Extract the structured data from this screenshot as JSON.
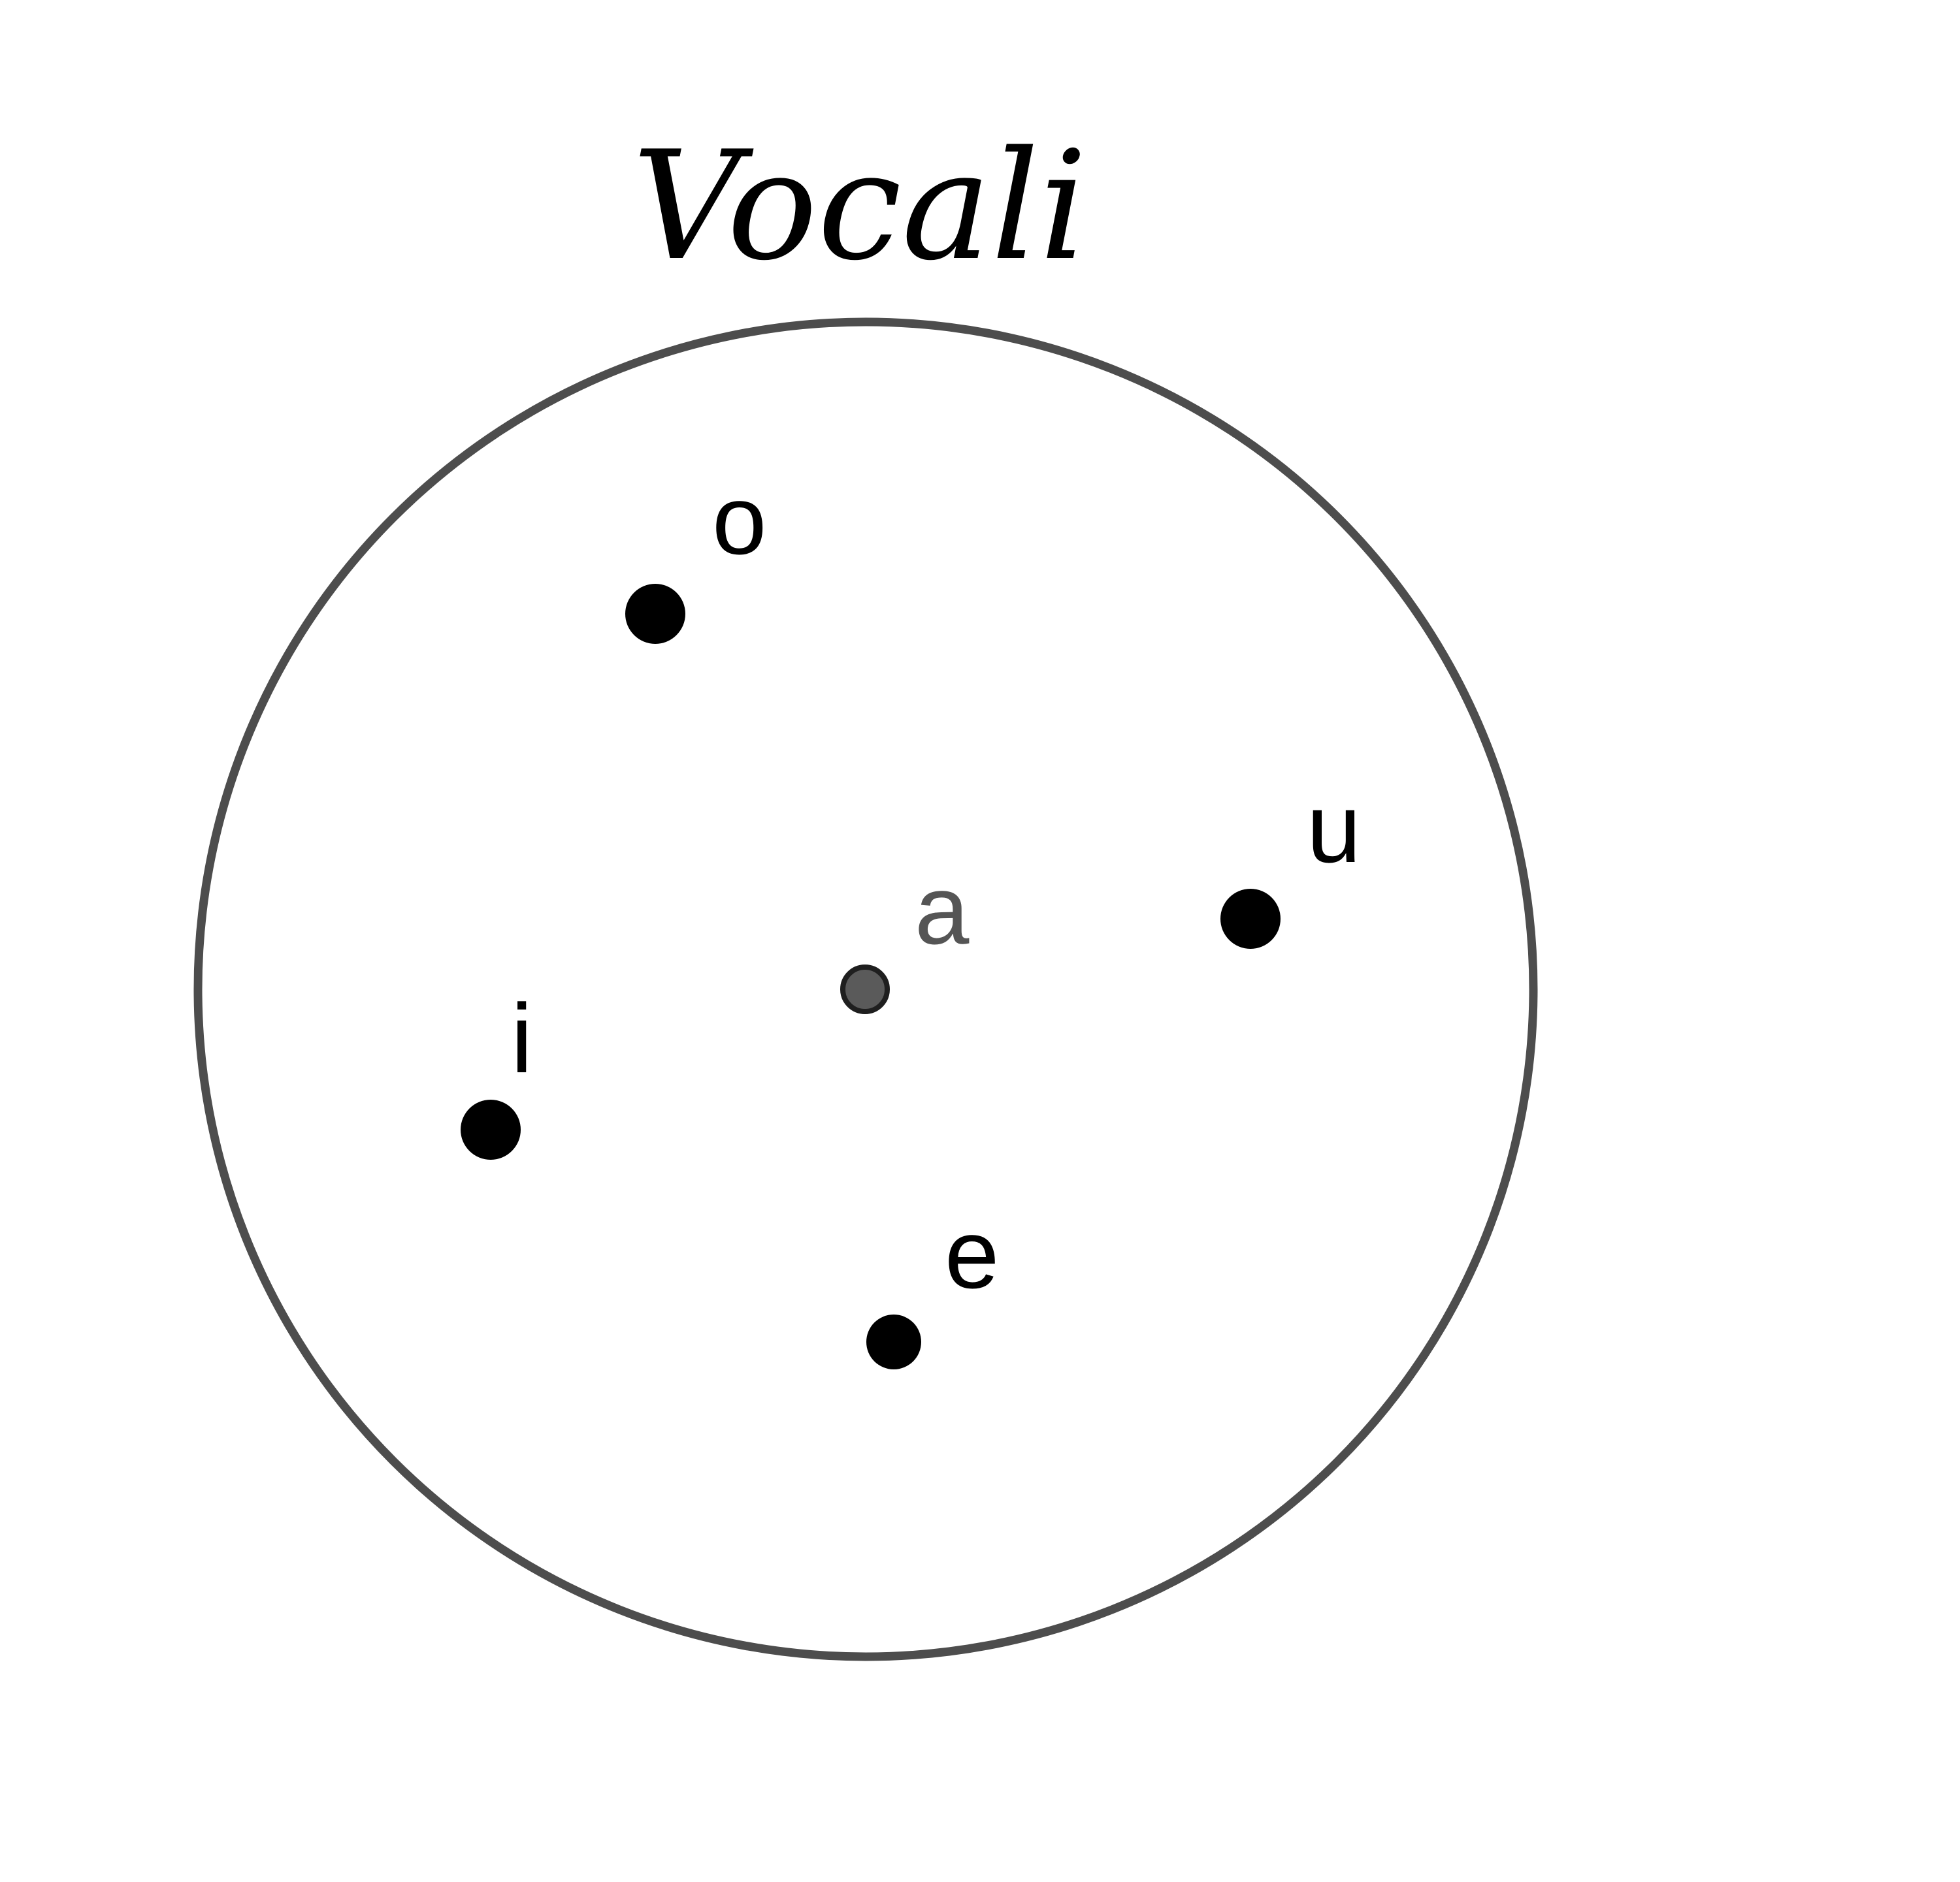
{
  "diagram": {
    "title": "Vocali",
    "colors": {
      "outline": "#4d4d4d",
      "point": "#000000",
      "highlight_point": "#5a5a5a",
      "highlight_label": "#555555",
      "text": "#000000"
    },
    "elements": [
      {
        "id": "o",
        "label": "o",
        "highlighted": false
      },
      {
        "id": "u",
        "label": "u",
        "highlighted": false
      },
      {
        "id": "a",
        "label": "a",
        "highlighted": true
      },
      {
        "id": "i",
        "label": "i",
        "highlighted": false
      },
      {
        "id": "e",
        "label": "e",
        "highlighted": false
      }
    ]
  }
}
